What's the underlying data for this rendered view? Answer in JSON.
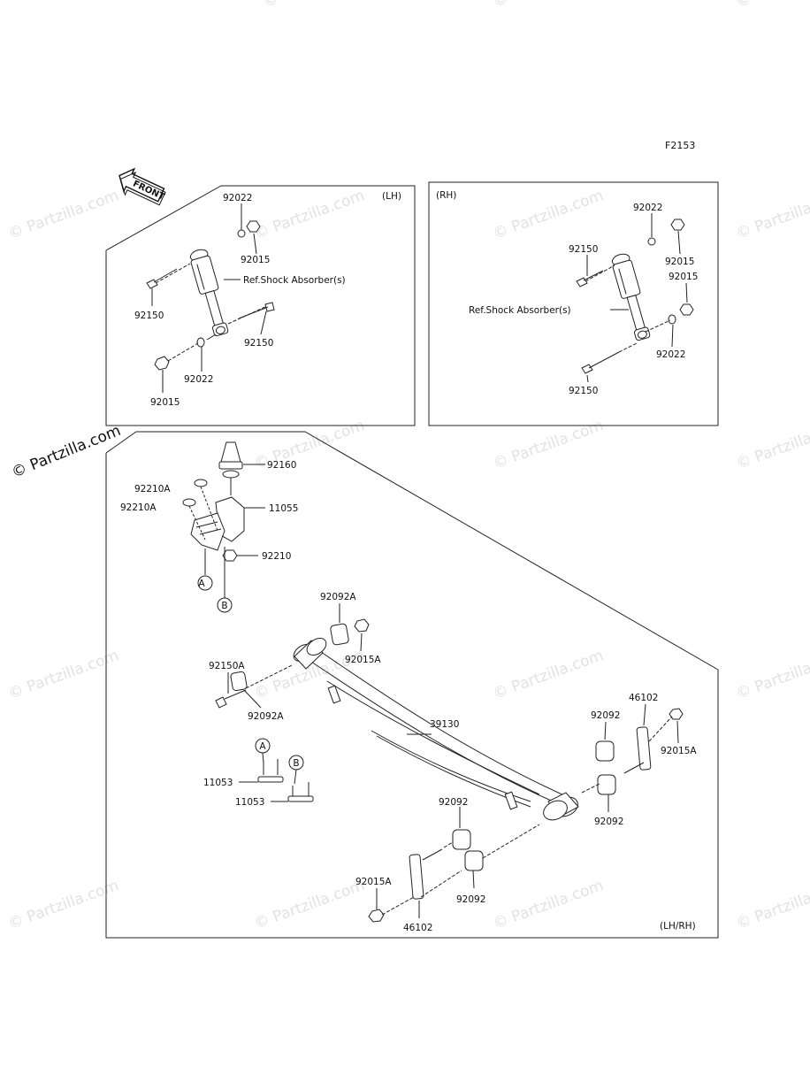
{
  "figure_code": "F2153",
  "front_label": "FRONT",
  "watermark_text": "© Partzilla.com",
  "watermark_main_text": "© Partzilla.com",
  "colors": {
    "line": "#222222",
    "watermark": "#e2e2e2",
    "background": "#ffffff"
  },
  "lh_panel": {
    "title": "(LH)",
    "ref_label": "Ref.Shock Absorber(s)",
    "parts": [
      "92022",
      "92015",
      "92150",
      "92150",
      "92022",
      "92015"
    ]
  },
  "rh_panel": {
    "title": "(RH)",
    "ref_label": "Ref.Shock Absorber(s)",
    "parts": [
      "92022",
      "92015",
      "92150",
      "92015",
      "92022",
      "92150"
    ]
  },
  "main_panel": {
    "title": "(LH/RH)",
    "markers": [
      "A",
      "B",
      "A",
      "B"
    ],
    "parts": [
      "92160",
      "92210A",
      "92210A",
      "11055",
      "92210",
      "92092A",
      "92015A",
      "92150A",
      "92092A",
      "39130",
      "46102",
      "92092",
      "92015A",
      "92092",
      "11053",
      "11053",
      "92092",
      "92015A",
      "92092",
      "46102"
    ]
  }
}
